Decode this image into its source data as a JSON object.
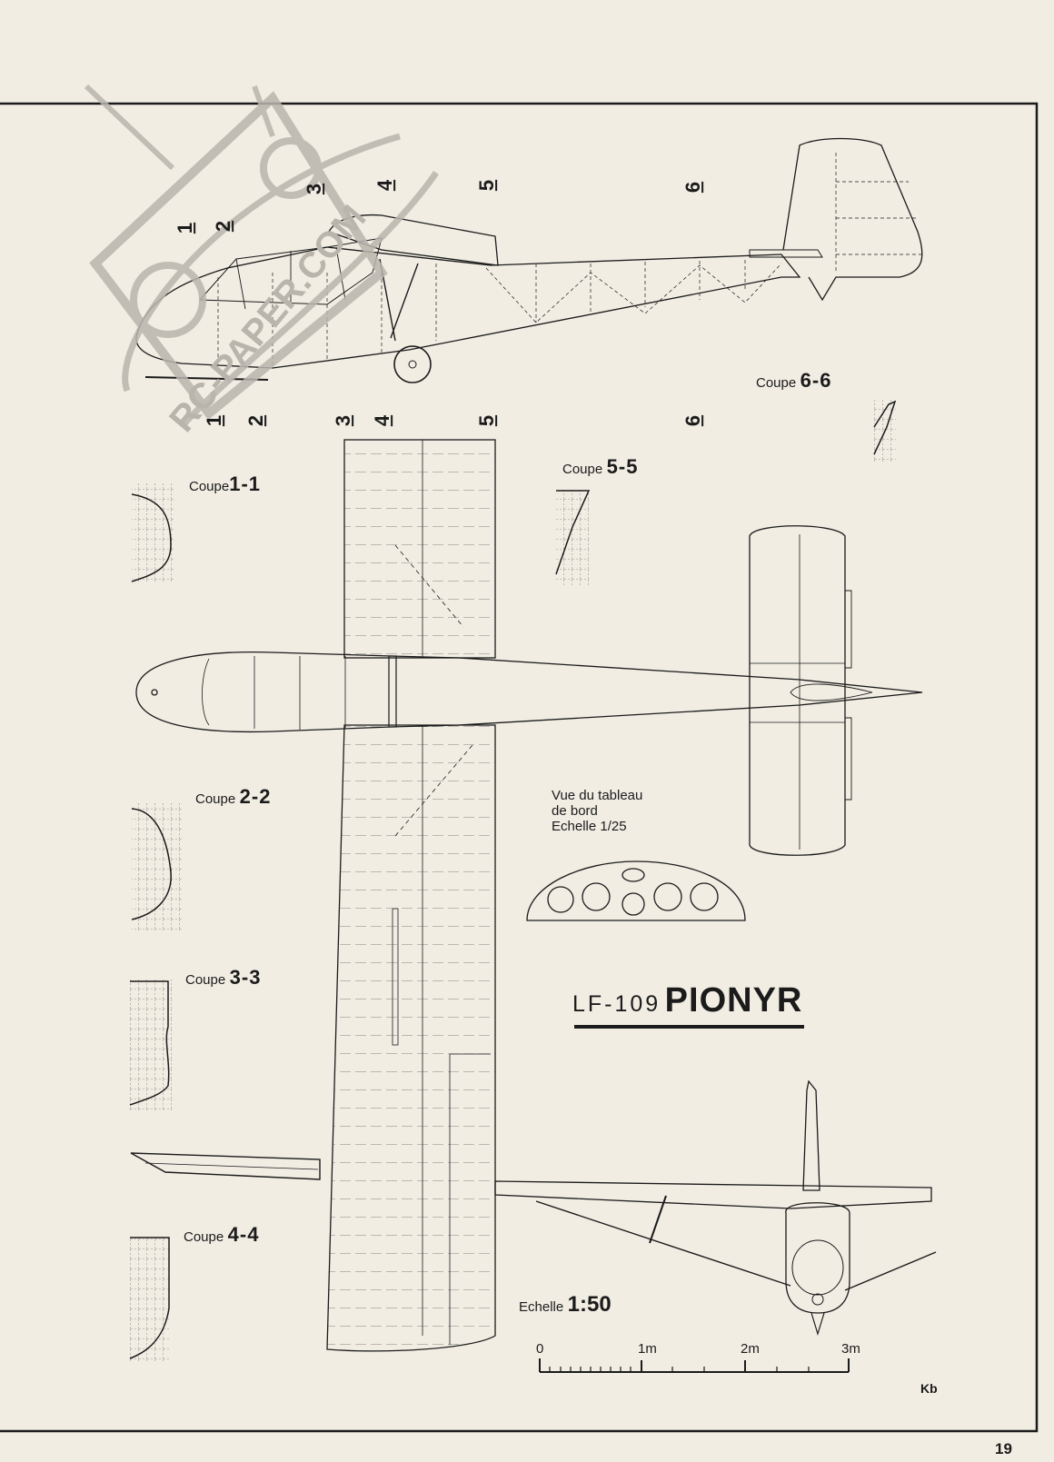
{
  "sections": {
    "coupe_word": "Coupe",
    "s11": "1-1",
    "s22": "2-2",
    "s33": "3-3",
    "s44": "4-4",
    "s55": "5-5",
    "s66": "6-6"
  },
  "section_marks": [
    "1",
    "2",
    "3",
    "4",
    "5",
    "6"
  ],
  "watermark": "RC-PAPER.COM",
  "dashboard_note": {
    "line1": "Vue du  tableau",
    "line2": "de bord",
    "line3": "Echelle 1/25"
  },
  "title": {
    "prefix": "LF-109",
    "name": "PIONYR"
  },
  "scale": {
    "word": "Echelle",
    "ratio": "1:50",
    "ticks": [
      "0",
      "1m",
      "2m",
      "3m"
    ]
  },
  "signature": "Kb",
  "page_number": "19",
  "colors": {
    "paper": "#f1ede3",
    "ink": "#1b1b1b",
    "watermark": "#b9b5ad"
  }
}
